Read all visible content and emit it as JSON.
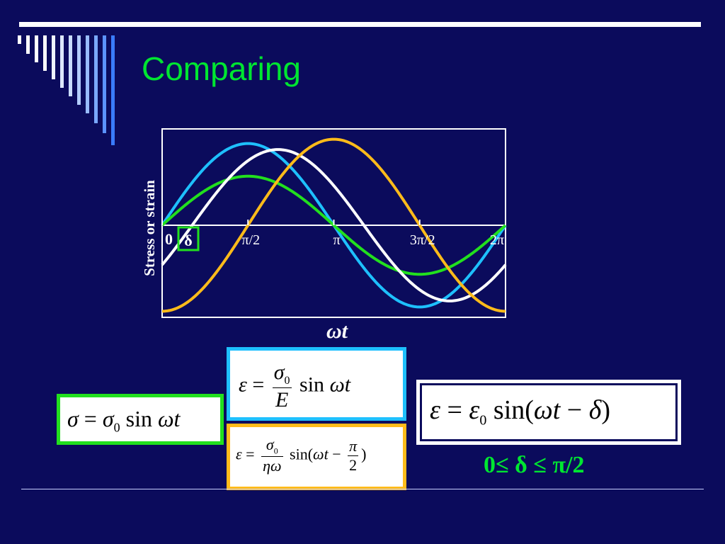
{
  "slide": {
    "title": "Comparing",
    "condition": "0≤ δ ≤ π/2"
  },
  "colors": {
    "background": "#0b0b5c",
    "title": "#00e631",
    "stress_green": "#22e01e",
    "strain_elastic_blue": "#1ec0ff",
    "strain_viscous_orange": "#ffbb1a",
    "strain_viscoelastic_white": "#ffffff"
  },
  "equations": {
    "stress": {
      "label": "σ = σ0 sin ωt",
      "border": "#22e01e"
    },
    "elastic": {
      "label": "ε = (σ0 / E) sin ωt",
      "border": "#1ec0ff"
    },
    "viscous": {
      "label": "ε = (σ0 / ηω) sin(ωt − π/2)",
      "border": "#ffbb1a"
    },
    "viscoelastic": {
      "label": "ε = ε0 sin(ωt − δ)",
      "border": "#ffffff"
    }
  },
  "chart_data": {
    "type": "line",
    "ylabel": "Stress or strain",
    "xlabel": "ωt",
    "xlim": [
      0,
      6.2832
    ],
    "ylim": [
      -1.12,
      1.12
    ],
    "x_ticks": [
      {
        "value": 0,
        "label": "0"
      },
      {
        "value": 1.5708,
        "label": "π/2"
      },
      {
        "value": 3.1416,
        "label": "π"
      },
      {
        "value": 4.7124,
        "label": "3π/2"
      },
      {
        "value": 6.2832,
        "label": "2π"
      }
    ],
    "delta_label": "δ",
    "grid": false,
    "series": [
      {
        "key": "elastic",
        "color": "#1ec0ff",
        "amplitude": 0.95,
        "phase": 0
      },
      {
        "key": "stress",
        "color": "#22e01e",
        "amplitude": 0.57,
        "phase": 0
      },
      {
        "key": "viscoelastic",
        "color": "#ffffff",
        "amplitude": 0.88,
        "phase": 0.55
      },
      {
        "key": "viscous",
        "color": "#ffbb1a",
        "amplitude": 1.0,
        "phase": 1.5708
      }
    ]
  }
}
